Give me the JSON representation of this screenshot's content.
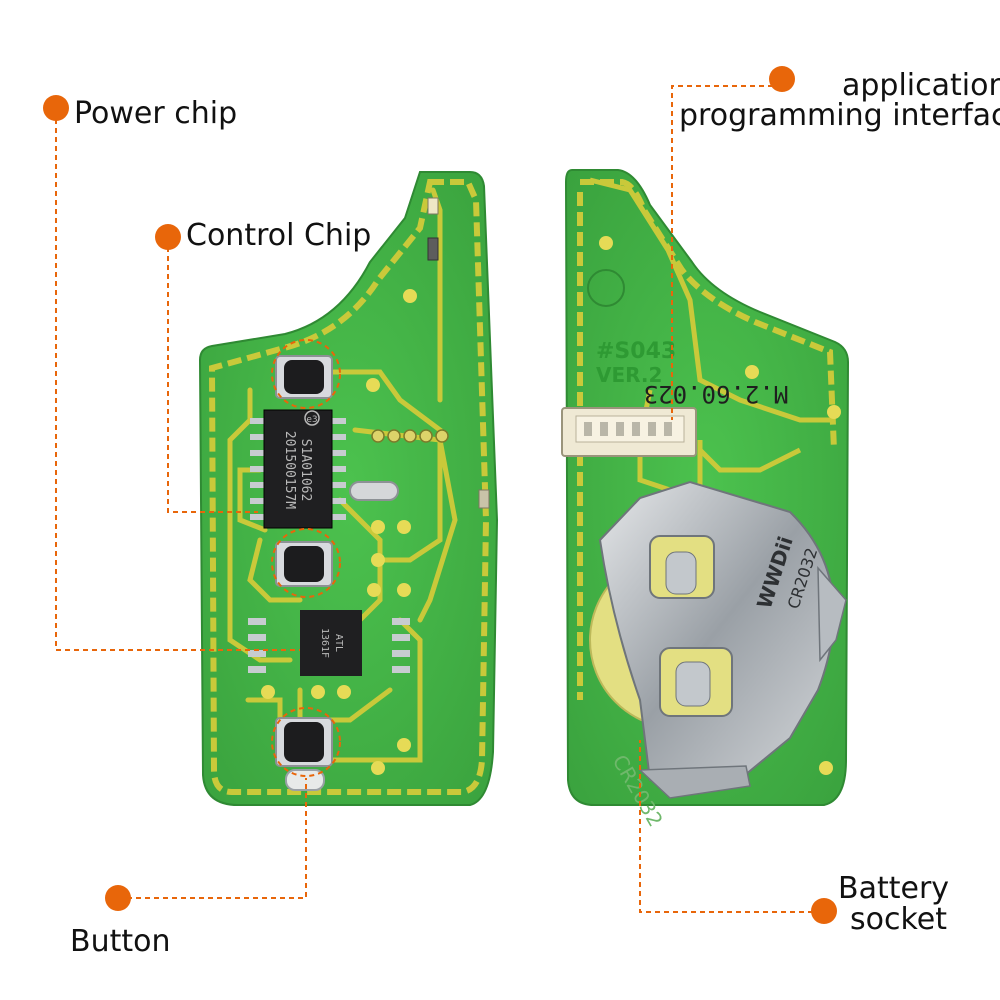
{
  "callouts": {
    "power_chip": "Power chip",
    "control_chip": "Control Chip",
    "button": "Button",
    "api_line1": "application",
    "api_line2": "programming interface",
    "battery_line1": "Battery",
    "battery_line2": "socket"
  },
  "board_markings": {
    "ic1_line1": "S1A01062",
    "ic1_line2": "201500157M",
    "ic1_badge": "e3",
    "ic2_line1": "ATL",
    "ic2_line2": "1361F",
    "back_code": "#S043",
    "back_ver": "VER.2",
    "back_date": "M.2.60.023",
    "battery_print": "CR2032",
    "battery_brand": "WWDii"
  },
  "colors": {
    "accent": "#e8660a",
    "pcb": "#45b848",
    "trace": "#c9c93a"
  }
}
